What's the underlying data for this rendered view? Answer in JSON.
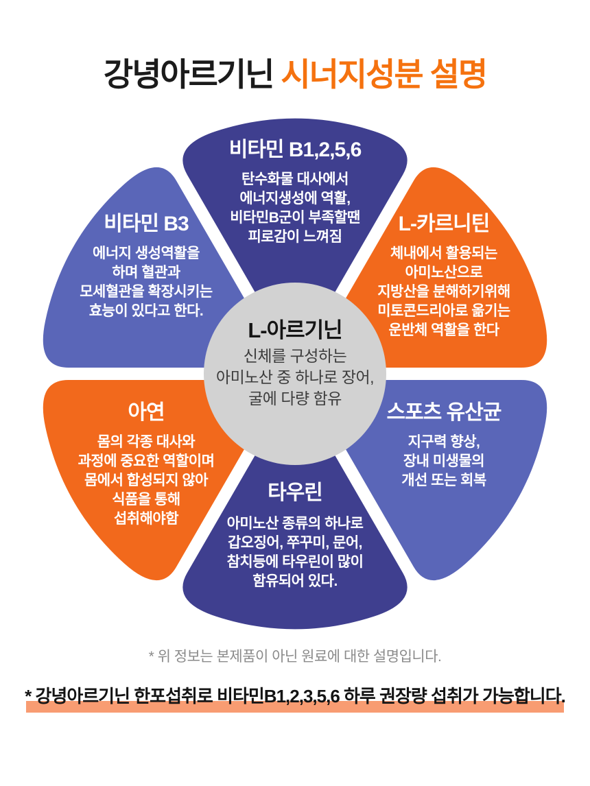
{
  "title": {
    "black": "강녕아르기닌 ",
    "orange": "시너지성분 설명"
  },
  "center": {
    "title": "L-아르기닌",
    "lines": [
      "신체를 구성하는",
      "아미노산 중 하나로 장어,",
      "굴에 다량 함유"
    ]
  },
  "petals": [
    {
      "id": "vitamin-b-group",
      "position": "top",
      "title": "비타민 B1,2,5,6",
      "lines": [
        "탄수화물 대사에서",
        "에너지생성에 역활,",
        "비타민B군이 부족할땐",
        "피로감이 느껴짐"
      ],
      "color": "#3F3F8F"
    },
    {
      "id": "l-carnitine",
      "position": "top-right",
      "title": "L-카르니틴",
      "lines": [
        "체내에서 활용되는",
        "아미노산으로",
        "지방산을 분해하기위해",
        "미토콘드리아로 옮기는",
        "운반체 역활을 한다"
      ],
      "color": "#F2691C"
    },
    {
      "id": "sports-lactobacillus",
      "position": "bottom-right",
      "title": "스포츠 유산균",
      "lines": [
        "지구력 향상,",
        "장내 미생물의",
        "개선 또는 회복"
      ],
      "color": "#5A66B8"
    },
    {
      "id": "taurine",
      "position": "bottom",
      "title": "타우린",
      "lines": [
        "아미노산 종류의 하나로",
        "갑오징어, 쭈꾸미, 문어,",
        "참치등에 타우린이 많이",
        "함유되어 있다."
      ],
      "color": "#3F3F8F"
    },
    {
      "id": "zinc",
      "position": "bottom-left",
      "title": "아연",
      "lines": [
        "몸의 각종 대사와",
        "과정에 중요한 역할이며",
        "몸에서 합성되지 않아",
        "식품을 통해",
        "섭취해야함"
      ],
      "color": "#F2691C"
    },
    {
      "id": "vitamin-b3",
      "position": "top-left",
      "title": "비타민 B3",
      "lines": [
        "에너지 생성역활을",
        "하며 혈관과",
        "모세혈관을 확장시키는",
        "효능이 있다고 한다."
      ],
      "color": "#5A66B8"
    }
  ],
  "footnote": "* 위 정보는 본제품이 아닌 원료에 대한 설명입니다.",
  "highlight_note": "* 강녕아르기닌 한포섭취로 비타민B1,2,3,5,6 하루 권장량 섭취가 가능합니다.",
  "colors": {
    "navy": "#3F3F8F",
    "blue_purple": "#5A66B8",
    "orange": "#F2691C",
    "title_accent": "#F5720F",
    "center_circle": "#D2D2D2",
    "highlight_bar": "#F89C72",
    "footnote_gray": "#8A8A8A"
  }
}
